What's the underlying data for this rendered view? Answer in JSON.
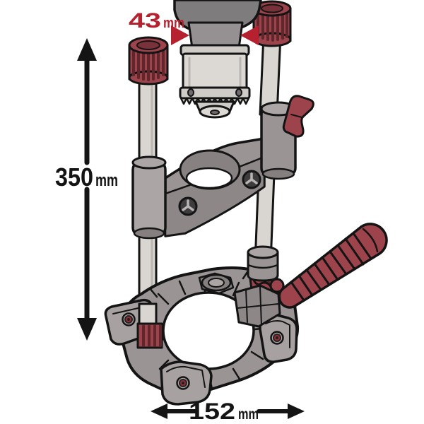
{
  "title": "drill-guide-stand-dimension-diagram",
  "annotations": {
    "height": {
      "value": "350",
      "unit": "mm",
      "arrow": "vertical-double-arrow"
    },
    "width": {
      "value": "152",
      "unit": "mm",
      "arrow": "horizontal-double-arrow"
    },
    "neck_diameter": {
      "value": "43",
      "unit": "mm",
      "arrow": "inward-triangle-pair"
    }
  },
  "colors": {
    "bg": "#ffffff",
    "ink": "#141414",
    "accent-red": "#b5212e",
    "part-red": "#9c434b",
    "part-red-mid": "#7a323a",
    "part-red-dark": "#5f262c",
    "gray-body": "#9a9495",
    "gray-face": "#8d8788",
    "gray-dark": "#857f80",
    "gray-top": "#aba6a5",
    "gray-light": "#d9d6d2",
    "gray-chuck": "#dcd9d5",
    "gray-band": "#cfccc8",
    "gray-drill": "#7f7c7d",
    "gray-neck": "#959192",
    "gray-pad": "#a7a2a1"
  }
}
